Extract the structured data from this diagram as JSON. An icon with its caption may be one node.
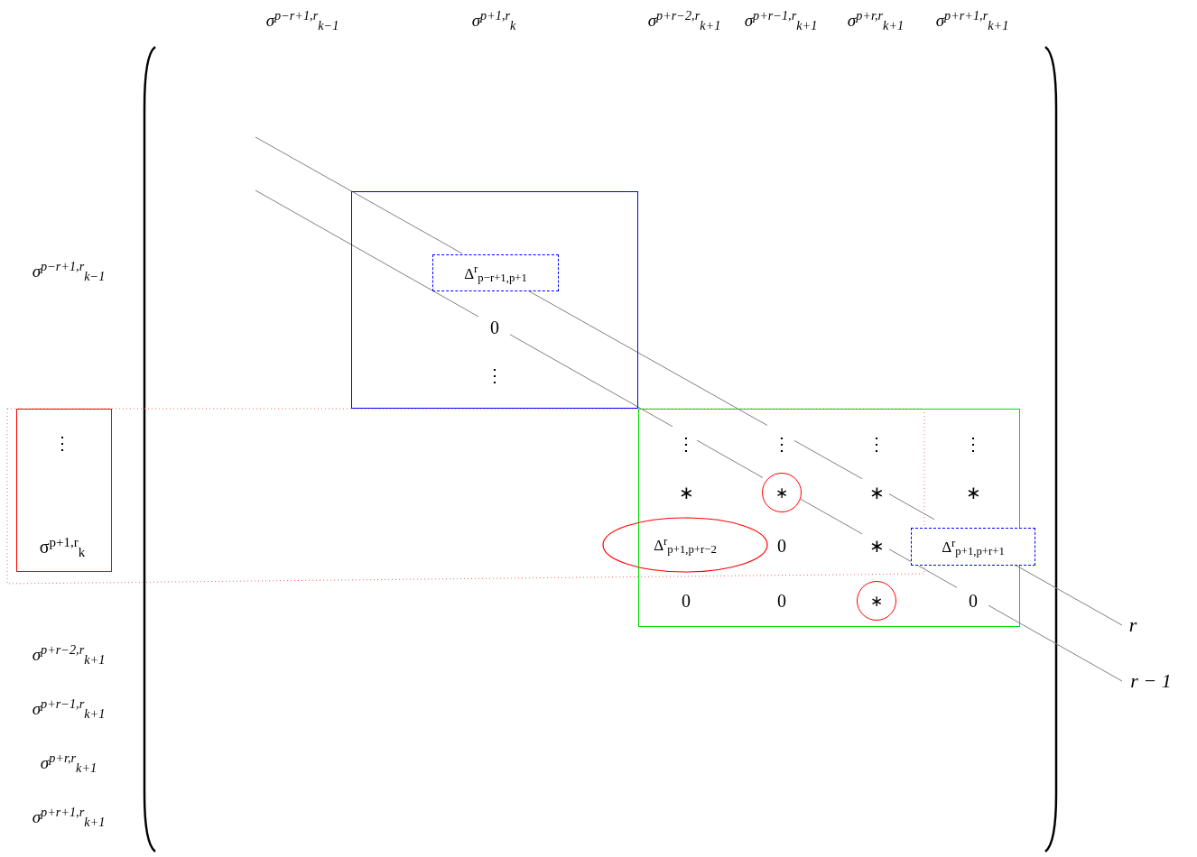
{
  "diagram": {
    "nodes": [
      {
        "text": [
          "0",
          "⋮"
        ]
      },
      {
        "text": [
          "Δ$^{r}$$_{p−r+1,p+1}$"
        ],
        "in": 0
      },
      {
        "text": [
          "⋮",
          "⋮",
          "⋮",
          "⋮",
          "∗",
          "∗",
          "∗",
          "0",
          "∗",
          "0",
          "0",
          "0"
        ]
      },
      {
        "text": [
          "Δ$^{r}$$_{p+1,p+r+1}$"
        ],
        "in": 2
      },
      {
        "text": [
          "Δ$^{r}$$_{p+1,p+r−2}$"
        ]
      },
      {
        "text": [
          "∗"
        ],
        "in": 2
      },
      {
        "text": [
          "∗"
        ],
        "in": 2
      },
      {
        "text": [
          "⋮",
          "σ$^{p+1,r}$$_{k}$"
        ]
      },
      {
        "text": [
          "r"
        ]
      },
      {
        "text": [
          "r − 1"
        ]
      }
    ],
    "edges": [
      {
        "from": null,
        "to": 8,
        "arrow": "none"
      },
      {
        "from": null,
        "to": 9,
        "arrow": "none"
      }
    ],
    "labels": [
      "σ$^{p−r+1,r}$$_{k−1}$",
      "σ$^{p+1,r}$$_{k}$",
      "σ$^{p+r−2,r}$$_{k+1}$",
      "σ$^{p+r−1,r}$$_{k+1}$",
      "σ$^{p+r,r}$$_{k+1}$",
      "σ$^{p+r+1,r}$$_{k+1}$",
      "σ$^{p−r+1,r}$$_{k−1}$",
      "σ$^{p+r−2,r}$$_{k+1}$",
      "σ$^{p+r−1,r}$$_{k+1}$",
      "σ$^{p+r,r}$$_{k+1}$",
      "σ$^{p+r+1,r}$$_{k+1}$"
    ]
  }
}
